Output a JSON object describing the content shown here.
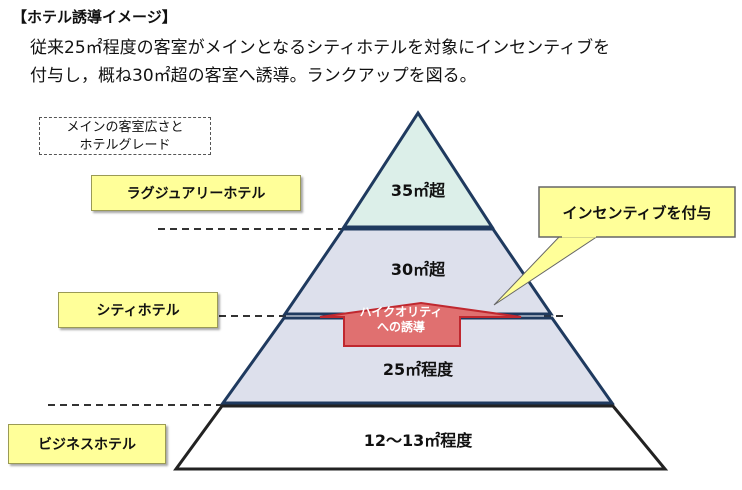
{
  "header": {
    "title": "【ホテル誘導イメージ】",
    "desc_line1": "従来25㎡程度の客室がメインとなるシティホテルを対象にインセンティブを",
    "desc_line2": "付与し，概ね30㎡超の客室へ誘導。ランクアップを図る。"
  },
  "legend": {
    "line1": "メインの客室広さと",
    "line2": "ホテルグレード"
  },
  "tiers": {
    "luxury": "ラグジュアリーホテル",
    "city": "シティホテル",
    "business": "ビジネスホテル"
  },
  "pyramid": {
    "top": "35㎡超",
    "upper": "30㎡超",
    "middle": "25㎡程度",
    "bottom": "12～13㎡程度"
  },
  "callout": {
    "text": "インセンティブを付与"
  },
  "arrow": {
    "line1": "ハイクオリティ",
    "line2": "への誘導"
  },
  "colors": {
    "pyramid_top": "#dcefe9",
    "pyramid_mid": "#dde0ec",
    "pyramid_bottom": "#ffffff",
    "label_fill": "#ffff99",
    "arrow_fill": "#e07070",
    "arrow_stroke": "#c0282f"
  }
}
